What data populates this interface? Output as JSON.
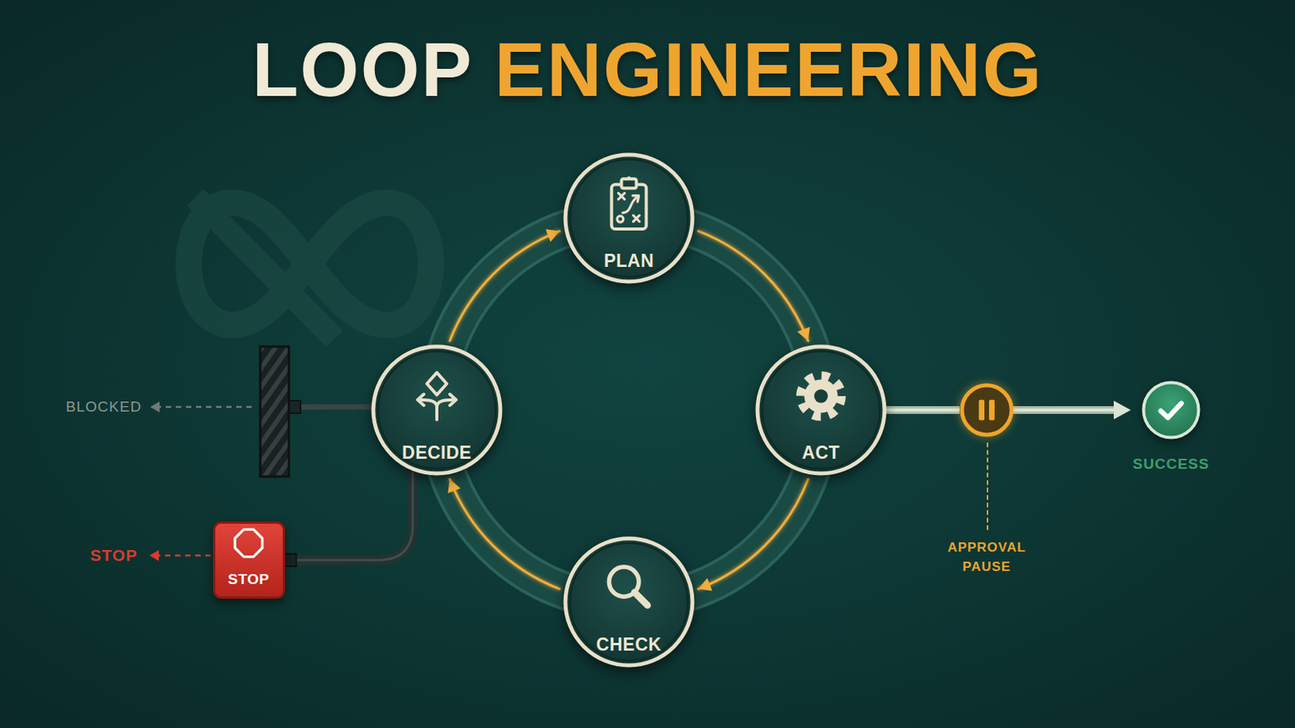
{
  "diagram": {
    "title": "LOOP ENGINEERING",
    "nodes": [
      {
        "text": [
          "PLAN"
        ]
      },
      {
        "text": [
          "ACT"
        ]
      },
      {
        "text": [
          "CHECK"
        ]
      },
      {
        "text": [
          "DECIDE"
        ]
      },
      {
        "text": [
          "STOP"
        ]
      },
      {
        "text": [
          "APPROVAL PAUSE"
        ]
      },
      {
        "text": [
          "SUCCESS"
        ]
      }
    ],
    "edges": [
      {
        "from": 0,
        "to": 1,
        "arrow": "to"
      },
      {
        "from": 1,
        "to": 2,
        "arrow": "to"
      },
      {
        "from": 2,
        "to": 3,
        "arrow": "to"
      },
      {
        "from": 3,
        "to": 0,
        "arrow": "to"
      },
      {
        "from": 1,
        "to": 5,
        "arrow": "none"
      },
      {
        "from": 5,
        "to": 6,
        "arrow": "to"
      },
      {
        "from": 3,
        "to": 4,
        "arrow": "none"
      }
    ],
    "labels": [
      "BLOCKED",
      "STOP"
    ]
  }
}
